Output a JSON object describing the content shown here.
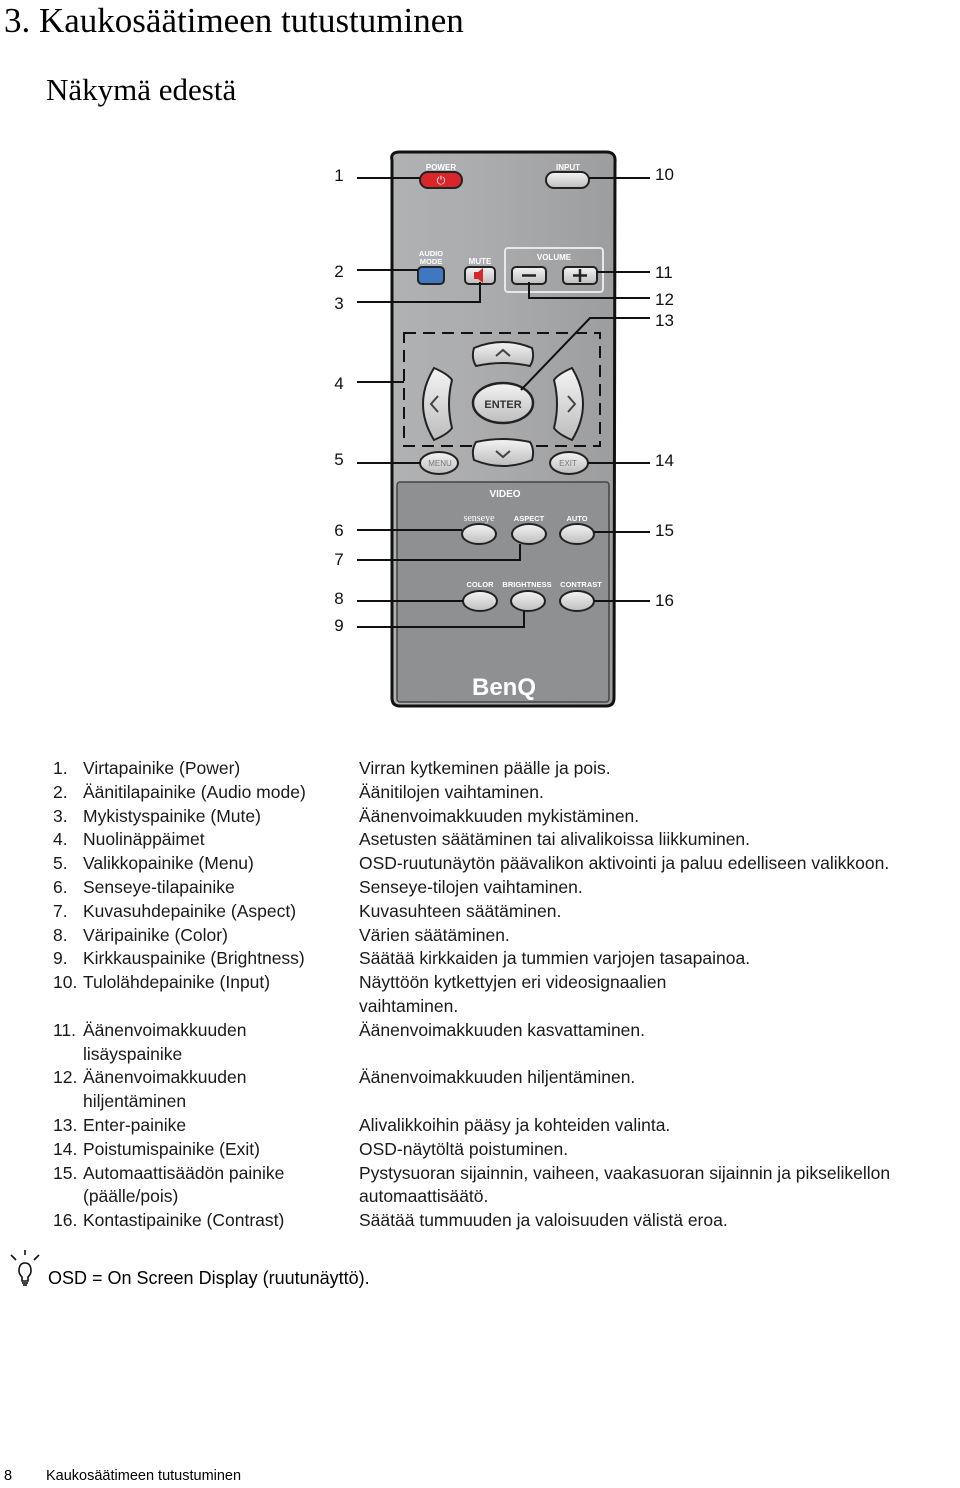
{
  "chapter_title": "3. Kaukosäätimeen tutustuminen",
  "section_title": "Näkymä edestä",
  "figure": {
    "callouts_left": [
      "1",
      "2",
      "3",
      "4",
      "5",
      "6",
      "7",
      "8",
      "9"
    ],
    "callouts_right": [
      "10",
      "11",
      "12",
      "13",
      "14",
      "15",
      "16"
    ],
    "remote_labels": {
      "power": "POWER",
      "input": "INPUT",
      "audio_mode_line1": "AUDIO",
      "audio_mode_line2": "MODE",
      "mute": "MUTE",
      "volume": "VOLUME",
      "enter": "ENTER",
      "menu": "MENU",
      "exit": "EXIT",
      "video": "VIDEO",
      "senseye": "senseye",
      "aspect": "ASPECT",
      "auto": "AUTO",
      "color": "COLOR",
      "brightness": "BRIGHTNESS",
      "contrast": "CONTRAST",
      "brand": "BenQ"
    },
    "colors": {
      "remote_body": "#a6a7a9",
      "remote_panel": "#8f9092",
      "power_button": "#d8262b",
      "audio_mode_button": "#3f78c0",
      "mute_icon": "#d8262b"
    }
  },
  "descriptions": [
    {
      "num": "1.",
      "name_lines": [
        "Virtapainike (Power)"
      ],
      "text_lines": [
        "Virran kytkeminen päälle ja pois."
      ]
    },
    {
      "num": "2.",
      "name_lines": [
        "Äänitilapainike (Audio mode)"
      ],
      "text_lines": [
        "Äänitilojen vaihtaminen."
      ]
    },
    {
      "num": "3.",
      "name_lines": [
        "Mykistyspainike (Mute)"
      ],
      "text_lines": [
        "Äänenvoimakkuuden mykistäminen."
      ]
    },
    {
      "num": "4.",
      "name_lines": [
        "Nuolinäppäimet"
      ],
      "text_lines": [
        "Asetusten säätäminen tai alivalikoissa liikkuminen."
      ]
    },
    {
      "num": "5.",
      "name_lines": [
        "Valikkopainike (Menu)"
      ],
      "text_lines": [
        "OSD-ruutunäytön päävalikon aktivointi ja paluu edelliseen valikkoon."
      ]
    },
    {
      "num": "6.",
      "name_lines": [
        "Senseye-tilapainike"
      ],
      "text_lines": [
        "Senseye-tilojen vaihtaminen."
      ]
    },
    {
      "num": "7.",
      "name_lines": [
        "Kuvasuhdepainike (Aspect)"
      ],
      "text_lines": [
        "Kuvasuhteen säätäminen."
      ]
    },
    {
      "num": "8.",
      "name_lines": [
        "Väripainike (Color)"
      ],
      "text_lines": [
        "Värien säätäminen."
      ]
    },
    {
      "num": "9.",
      "name_lines": [
        "Kirkkauspainike (Brightness)"
      ],
      "text_lines": [
        "Säätää kirkkaiden ja tummien varjojen tasapainoa."
      ]
    },
    {
      "num": "10.",
      "name_lines": [
        "Tulolähdepainike (Input)"
      ],
      "text_lines": [
        "Näyttöön kytkettyjen eri videosignaalien",
        "vaihtaminen."
      ]
    },
    {
      "num": "11.",
      "name_lines": [
        "Äänenvoimakkuuden",
        "lisäyspainike"
      ],
      "text_lines": [
        "Äänenvoimakkuuden kasvattaminen."
      ]
    },
    {
      "num": "12.",
      "name_lines": [
        "Äänenvoimakkuuden",
        "hiljentäminen"
      ],
      "text_lines": [
        "Äänenvoimakkuuden hiljentäminen."
      ]
    },
    {
      "num": "13.",
      "name_lines": [
        "Enter-painike"
      ],
      "text_lines": [
        "Alivalikkoihin pääsy ja kohteiden valinta."
      ]
    },
    {
      "num": "14.",
      "name_lines": [
        "Poistumispainike (Exit)"
      ],
      "text_lines": [
        "OSD-näytöltä poistuminen."
      ]
    },
    {
      "num": "15.",
      "name_lines": [
        "Automaattisäädön painike",
        "(päälle/pois)"
      ],
      "text_lines": [
        "Pystysuoran sijainnin, vaiheen, vaakasuoran sijainnin ja pikselikellon",
        "automaattisäätö."
      ]
    },
    {
      "num": "16.",
      "name_lines": [
        "Kontastipainike (Contrast)"
      ],
      "text_lines": [
        "Säätää tummuuden ja valoisuuden välistä eroa."
      ]
    }
  ],
  "note": {
    "icon": "lightbulb-icon",
    "text": "OSD = On Screen Display (ruutunäyttö)."
  },
  "footer": {
    "page_number": "8",
    "title": "Kaukosäätimeen tutustuminen"
  }
}
